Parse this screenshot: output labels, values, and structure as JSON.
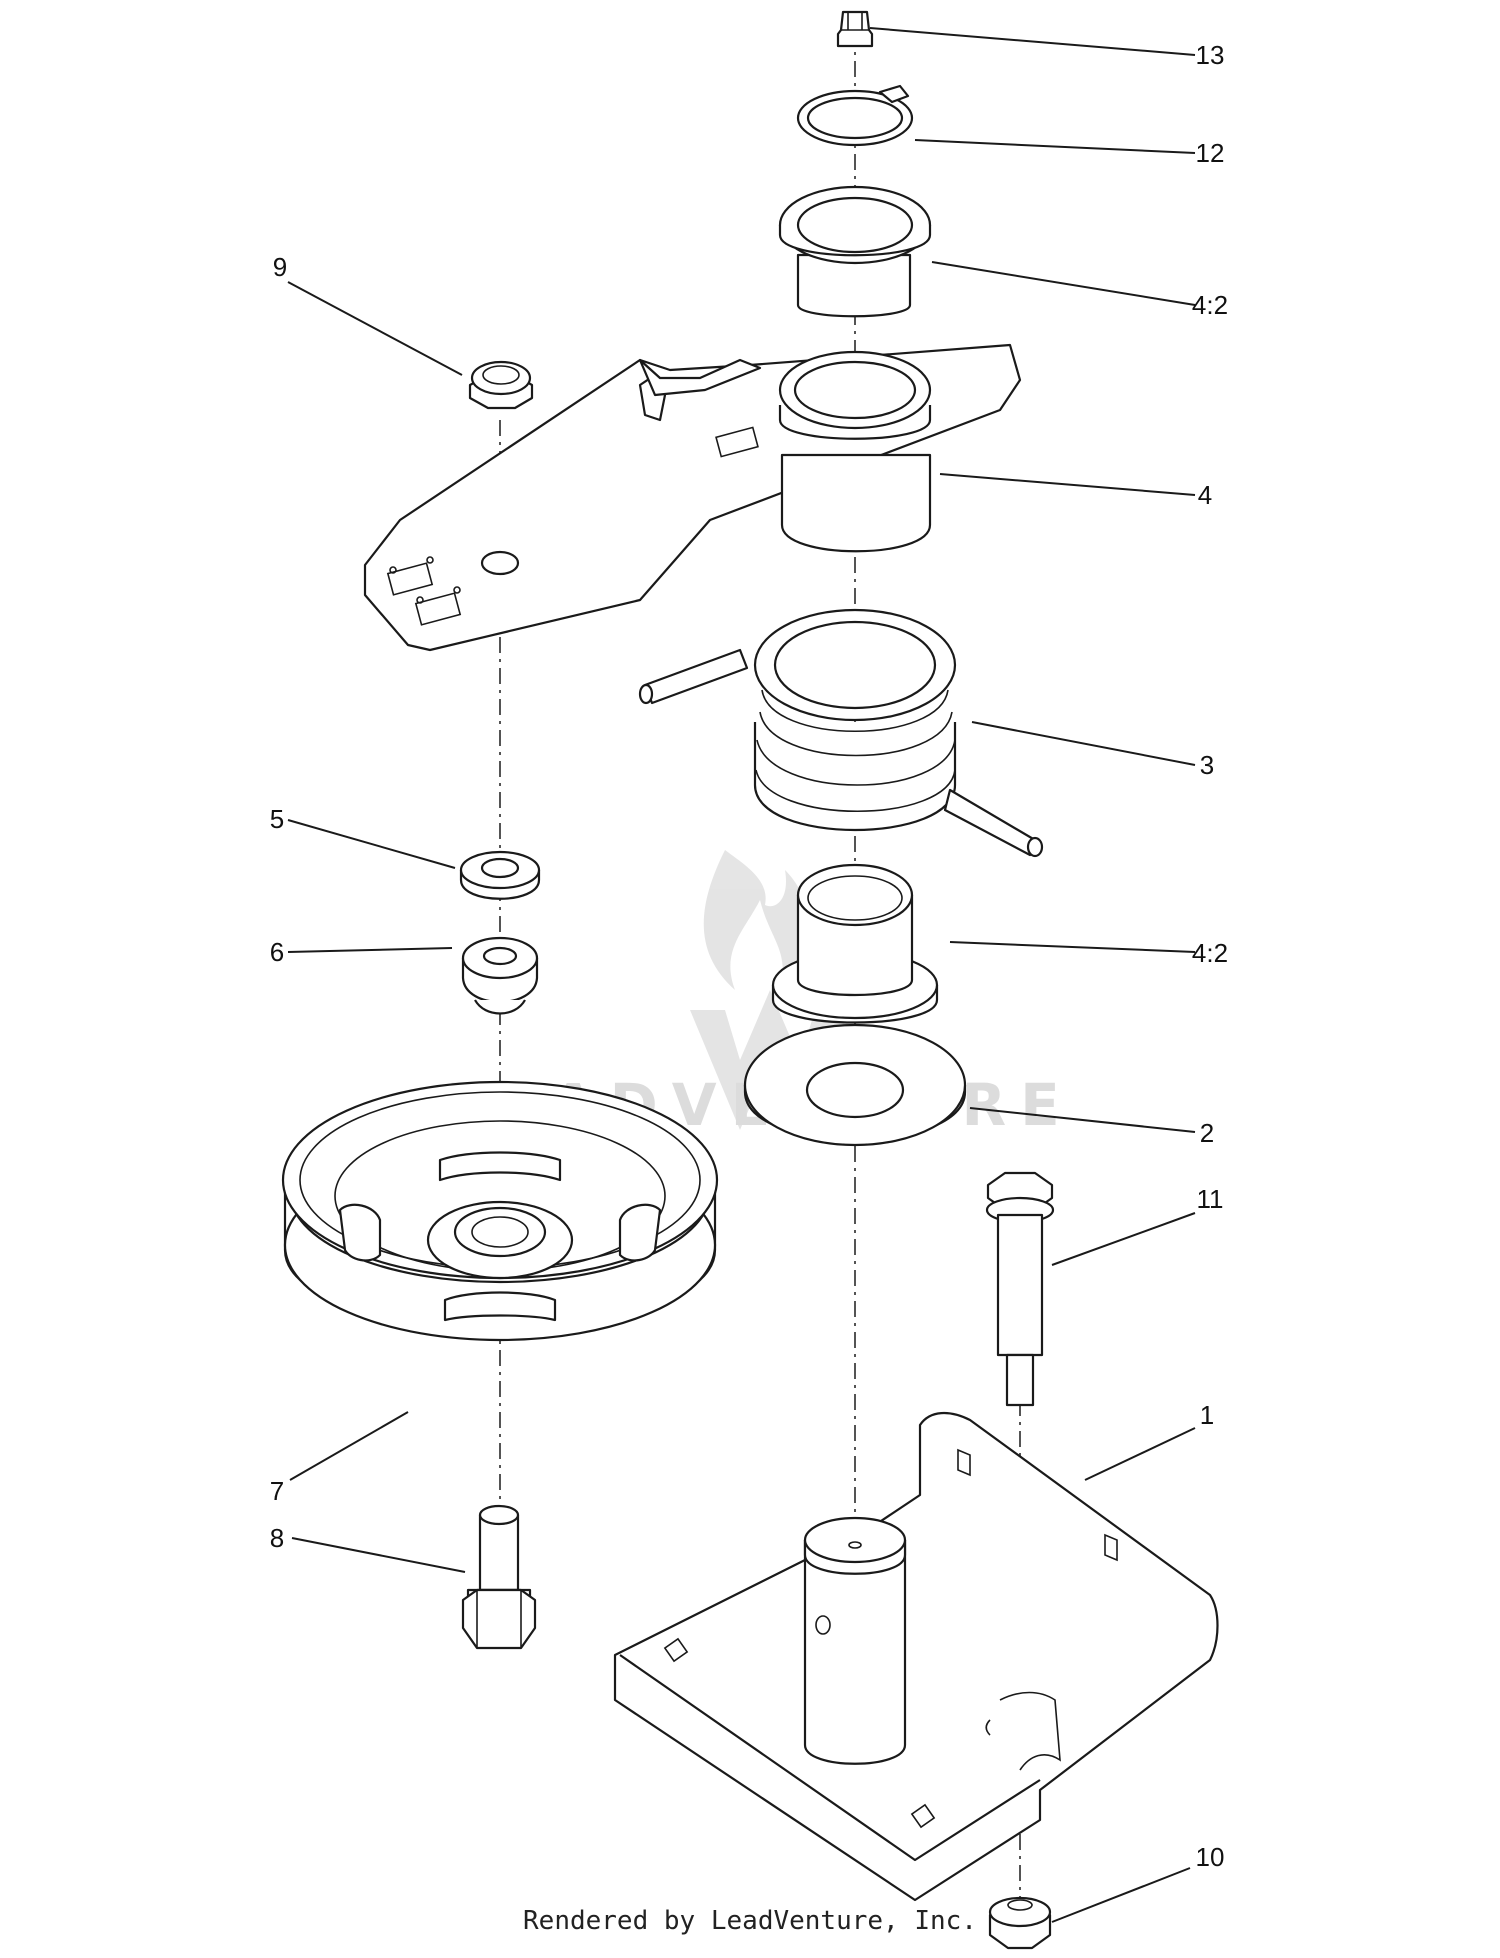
{
  "diagram": {
    "callouts": {
      "c13": "13",
      "c12": "12",
      "c4_2_top": "4:2",
      "c9": "9",
      "c4": "4",
      "c3": "3",
      "c5": "5",
      "c4_2_mid": "4:2",
      "c6": "6",
      "c2": "2",
      "c11": "11",
      "c1": "1",
      "c7": "7",
      "c8": "8",
      "c10": "10"
    },
    "watermark": "LEADVENTURE"
  },
  "footer": {
    "text": "Rendered by LeadVenture, Inc."
  },
  "colors": {
    "line": "#1a1a1a",
    "watermark": "#d9d9d9",
    "background": "#ffffff"
  }
}
